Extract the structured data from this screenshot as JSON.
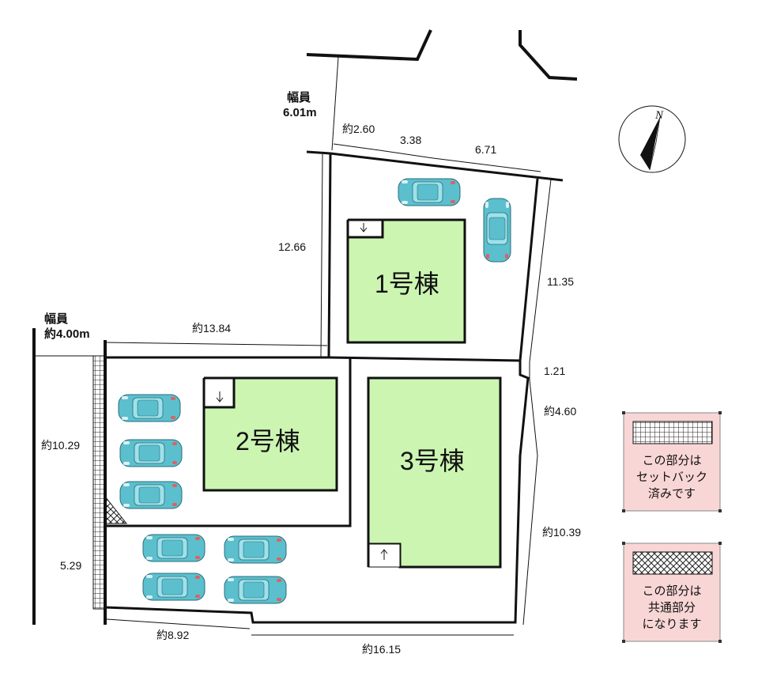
{
  "roads": {
    "north": {
      "label": "幅員",
      "width": "6.01m"
    },
    "west": {
      "label": "幅員",
      "width": "約4.00m"
    }
  },
  "compass": {
    "letter": "N"
  },
  "buildings": {
    "b1": "1号棟",
    "b2": "2号棟",
    "b3": "3号棟"
  },
  "dimensions": {
    "n1": "約2.60",
    "n2": "3.38",
    "n3": "6.71",
    "west_lot1": "12.66",
    "east_lot1": "11.35",
    "mid_width": "約13.84",
    "east_a": "1.21",
    "east_b": "約4.60",
    "east_c": "約10.39",
    "west_a": "約10.29",
    "west_b": "5.29",
    "south_a": "約8.92",
    "south_b": "約16.15"
  },
  "legend": {
    "setback": [
      "この部分は",
      "セットバック",
      "済みです"
    ],
    "shared": [
      "この部分は",
      "共通部分",
      "になります"
    ]
  },
  "colors": {
    "building_fill": "#ccf5b2",
    "car_body": "#5bbfce",
    "legend_bg": "#f9d6d6"
  }
}
